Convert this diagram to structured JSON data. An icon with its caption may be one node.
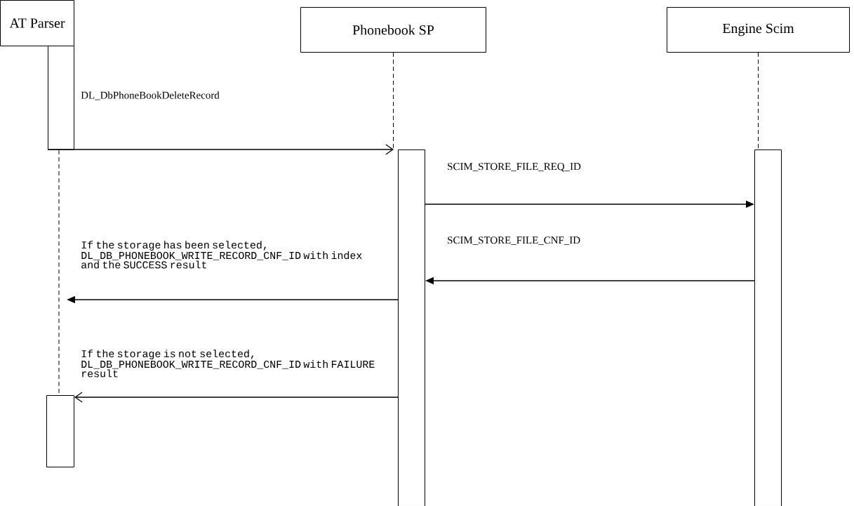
{
  "diagram": {
    "nodes": [
      {
        "text": [
          "AT Parser"
        ]
      },
      {
        "text": [
          "Phonebook SP"
        ]
      },
      {
        "text": [
          "Engine Scim"
        ]
      },
      {
        "text": [],
        "shape": "bar"
      },
      {
        "text": [],
        "shape": "bar"
      },
      {
        "text": [],
        "shape": "bar"
      },
      {
        "text": [],
        "shape": "bar"
      }
    ],
    "edges": [
      {
        "from": 3,
        "to": 4,
        "arrow": "to",
        "label": "DL_DbPhoneBookDeleteRecord"
      },
      {
        "from": 4,
        "to": 5,
        "arrow": "to",
        "label": "SCIM_STORE_FILE_REQ_ID"
      },
      {
        "from": 5,
        "to": 4,
        "arrow": "to",
        "label": "SCIM_STORE_FILE_CNF_ID"
      },
      {
        "from": 4,
        "to": null,
        "arrow": "to",
        "label": "If the storage has been selected, DL_DB_PHONEBOOK_WRITE_RECORD_CNF_ID with index and the SUCCESS result"
      },
      {
        "from": 4,
        "to": 6,
        "arrow": "to",
        "label": "If the storage is not selected, DL_DB_PHONEBOOK_WRITE_RECORD_CNF_ID with FAILURE result"
      },
      {
        "from": 3,
        "to": 6,
        "arrow": "none",
        "style": "dashed"
      },
      {
        "from": 1,
        "to": 4,
        "arrow": "none",
        "style": "dashed"
      },
      {
        "from": 2,
        "to": 5,
        "arrow": "none",
        "style": "dashed"
      }
    ]
  }
}
